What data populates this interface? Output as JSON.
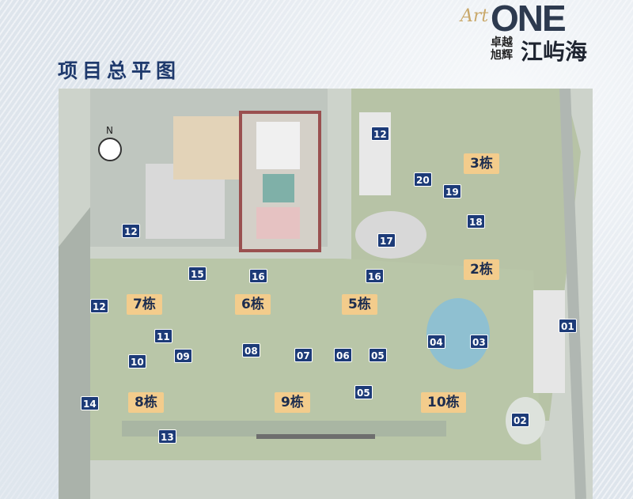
{
  "title": "项目总平图",
  "brand": {
    "art": "Art",
    "name": "ONE",
    "developer": "卓越旭辉",
    "project": "江屿海"
  },
  "compass": {
    "label": "N"
  },
  "buildings": [
    "3栋",
    "2栋",
    "7栋",
    "6栋",
    "5栋",
    "8栋",
    "9栋",
    "10栋"
  ],
  "markers": [
    "12",
    "12",
    "12",
    "20",
    "19",
    "18",
    "17",
    "15",
    "16",
    "16",
    "11",
    "10",
    "09",
    "08",
    "07",
    "06",
    "05",
    "04",
    "03",
    "01",
    "05",
    "14",
    "13",
    "02"
  ],
  "colors": {
    "title": "#1f3a6d",
    "marker": "#1d3b78",
    "building_label": "#f3cc8c"
  }
}
